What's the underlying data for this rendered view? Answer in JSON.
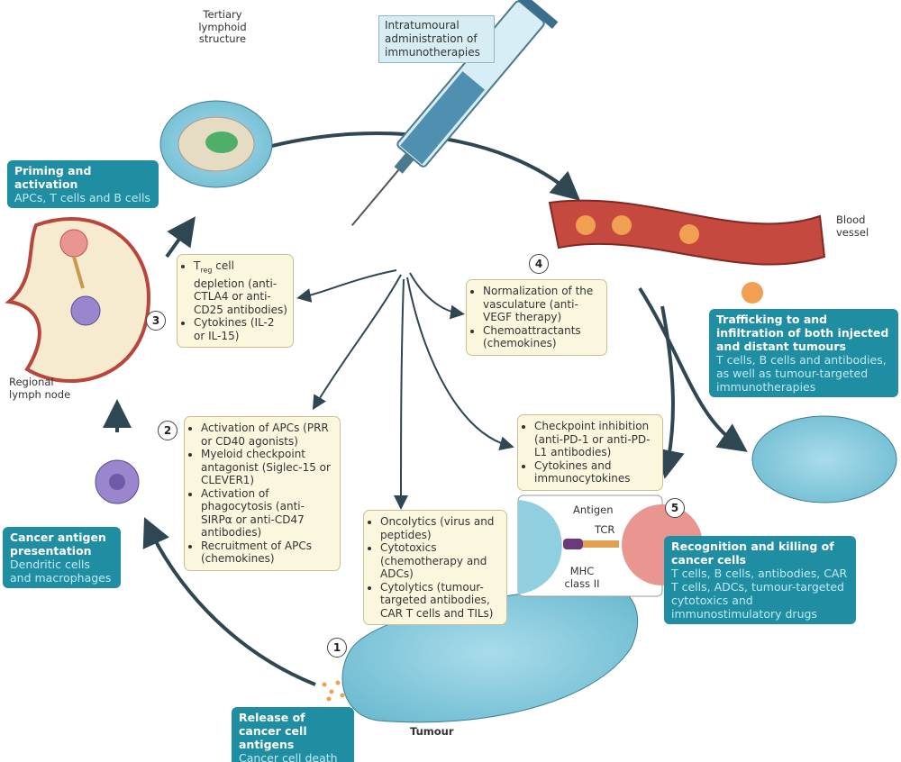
{
  "injection": {
    "label": "Intratumoural administration of immunotherapies"
  },
  "labels": {
    "tls": "Tertiary lymphoid structure",
    "lymph_node": "Regional lymph node",
    "blood_vessel": "Blood vessel",
    "tumour": "Tumour",
    "antigen": "Antigen",
    "tcr": "TCR",
    "mhc": "MHC class II"
  },
  "stages": {
    "priming": {
      "title": "Priming and activation",
      "body": "APCs, T cells and B cells"
    },
    "presentation": {
      "title": "Cancer antigen presentation",
      "body": "Dendritic cells and macrophages"
    },
    "release": {
      "title": "Release of cancer cell antigens",
      "body": "Cancer cell death"
    },
    "trafficking": {
      "title": "Trafficking to and infiltration of both injected and distant tumours",
      "body": "T cells, B cells and antibodies, as well as tumour-targeted immunotherapies"
    },
    "recognition": {
      "title": "Recognition and killing of cancer cells",
      "body": "T cells, B cells, antibodies, CAR T cells, ADCs, tumour-targeted cytotoxics and immunostimulatory drugs"
    }
  },
  "steps": {
    "s1": {
      "number": "1",
      "items": [
        "Oncolytics (virus and peptides)",
        "Cytotoxics (chemotherapy and ADCs)",
        "Cytolytics (tumour-targeted antibodies, CAR T cells and TILs)"
      ]
    },
    "s2": {
      "number": "2",
      "items": [
        "Activation of APCs (PRR or CD40 agonists)",
        "Myeloid checkpoint antagonist (Siglec-15 or CLEVER1)",
        "Activation of phagocytosis (anti-SIRPα or anti-CD47 antibodies)",
        "Recruitment of APCs (chemokines)"
      ]
    },
    "s3": {
      "number": "3",
      "treg_T": "T",
      "treg_sub": "reg",
      "treg_rest": " cell depletion (anti-CTLA4 or anti-CD25 antibodies)",
      "items": [
        "Cytokines (IL-2 or IL-15)"
      ]
    },
    "s4": {
      "number": "4",
      "items": [
        "Normalization of the vasculature (anti-VEGF therapy)",
        "Chemoattractants (chemokines)"
      ]
    },
    "s5": {
      "number": "5",
      "items": [
        "Checkpoint inhibition (anti-PD-1 or anti-PD-L1 antibodies)",
        "Cytokines and immunocytokines"
      ]
    }
  },
  "colors": {
    "teal": "#1f8ea3",
    "beige": "#fbf7df",
    "cell_blue": "#8fcfe0",
    "vessel_red": "#b8463c",
    "arrow": "#2f4752"
  }
}
